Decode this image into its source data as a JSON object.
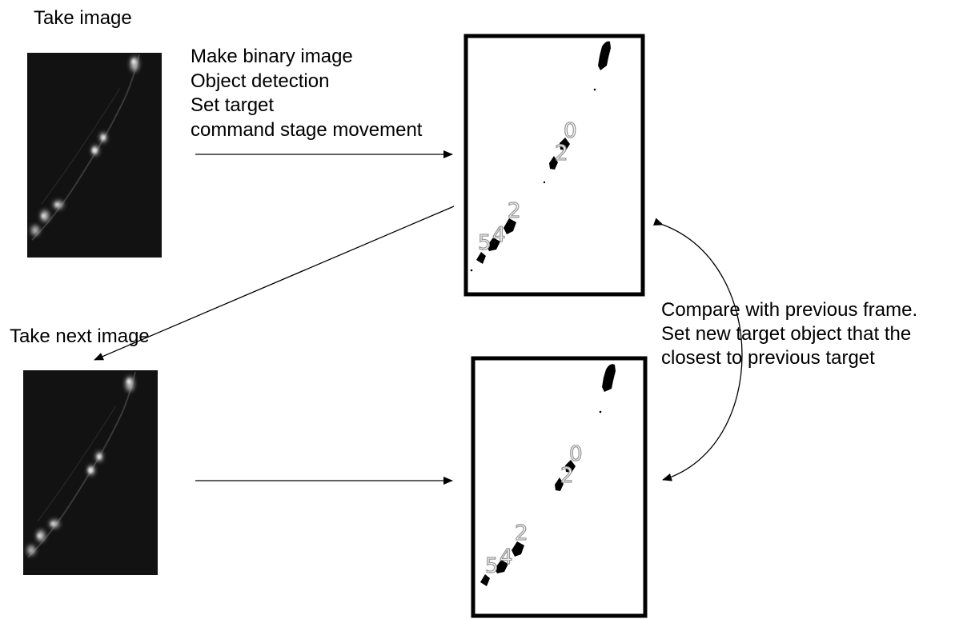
{
  "labels": {
    "take_image": "Take image",
    "take_next_image": "Take next image"
  },
  "steps": [
    "Make binary image",
    "Object detection",
    "Set target",
    "command stage movement"
  ],
  "compare_lines": [
    "Compare with previous frame.",
    "Set new target object that the",
    "closest to previous target"
  ],
  "frame1_numbers": [
    "0",
    "2",
    "2",
    "4",
    "5"
  ],
  "frame2_numbers": [
    "0",
    "2",
    "2",
    "4",
    "5"
  ],
  "colors": {
    "camera_background": "#121212",
    "cell_glow": "#d8d8d8",
    "binary_blob": "#000000",
    "index_label_stroke": "#9a9a9a"
  }
}
